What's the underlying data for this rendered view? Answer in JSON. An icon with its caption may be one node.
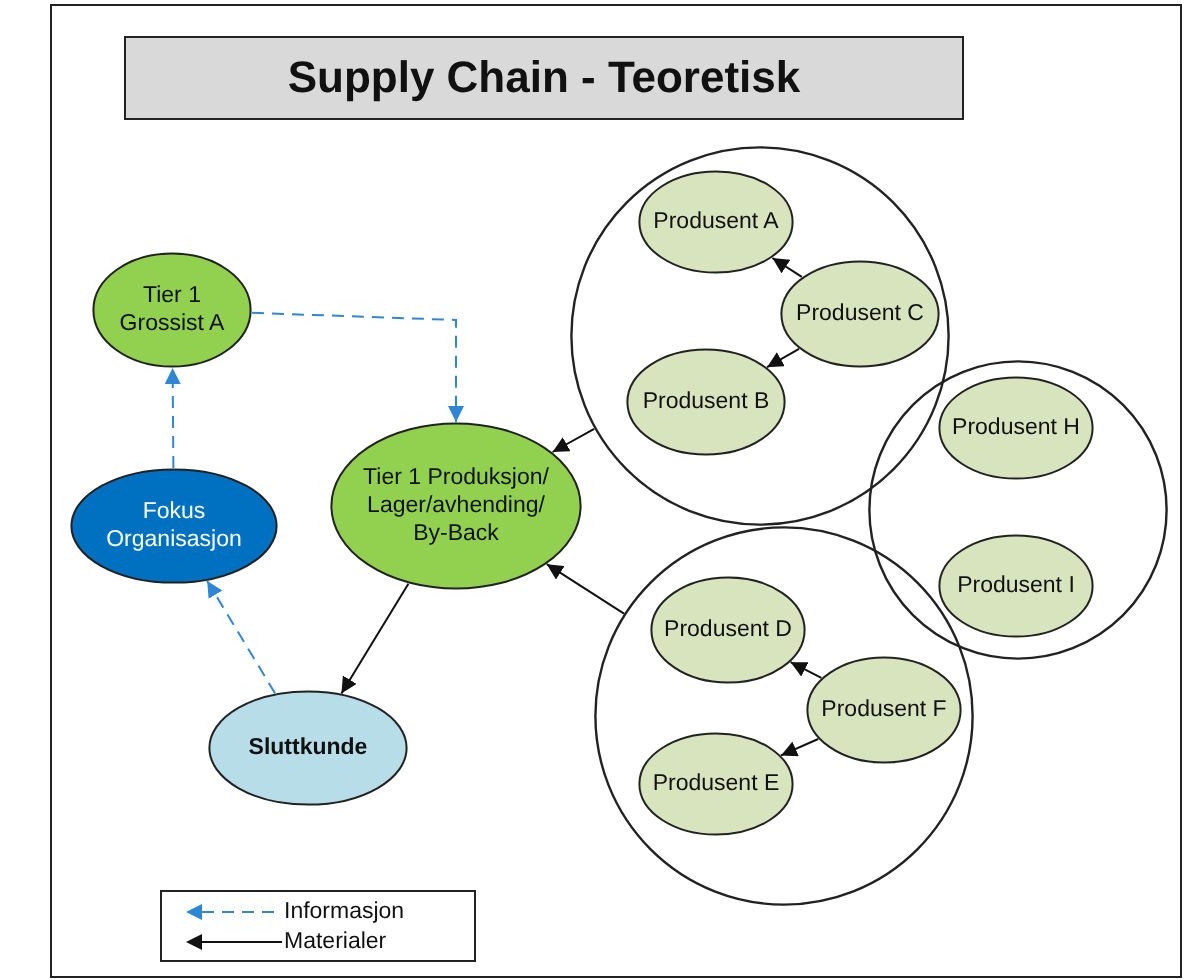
{
  "diagram": {
    "title": "Supply Chain - Teoretisk",
    "nodes": [
      {
        "text": [
          "Tier 1 Grossist A"
        ]
      },
      {
        "text": [
          "Fokus Organisasjon"
        ]
      },
      {
        "text": [
          "Tier 1 Produksjon/ Lager/avhending/ By-Back"
        ]
      },
      {
        "text": [
          "Sluttkunde"
        ]
      },
      {
        "text": [],
        "shape": "circle"
      },
      {
        "text": [
          "Produsent A"
        ],
        "in": 4
      },
      {
        "text": [
          "Produsent C"
        ],
        "in": 4
      },
      {
        "text": [
          "Produsent B"
        ],
        "in": 4
      },
      {
        "text": [],
        "shape": "circle"
      },
      {
        "text": [
          "Produsent H"
        ],
        "in": 8
      },
      {
        "text": [
          "Produsent I"
        ],
        "in": 8
      },
      {
        "text": [],
        "shape": "circle"
      },
      {
        "text": [
          "Produsent D"
        ],
        "in": 11
      },
      {
        "text": [
          "Produsent F"
        ],
        "in": 11
      },
      {
        "text": [
          "Produsent E"
        ],
        "in": 11
      }
    ],
    "edges": [
      {
        "from": 1,
        "to": 0,
        "arrow": "to",
        "style": "dashed",
        "color": "#2e86d4"
      },
      {
        "from": 0,
        "to": 2,
        "arrow": "to",
        "style": "dashed",
        "color": "#2e86d4"
      },
      {
        "from": 3,
        "to": 1,
        "arrow": "to",
        "style": "dashed",
        "color": "#2e86d4"
      },
      {
        "from": 2,
        "to": 3,
        "arrow": "to"
      },
      {
        "from": 4,
        "to": 2,
        "arrow": "to"
      },
      {
        "from": 11,
        "to": 2,
        "arrow": "to"
      },
      {
        "from": 6,
        "to": 5,
        "arrow": "to"
      },
      {
        "from": 6,
        "to": 7,
        "arrow": "to"
      },
      {
        "from": 13,
        "to": 12,
        "arrow": "to"
      },
      {
        "from": 13,
        "to": 14,
        "arrow": "to"
      }
    ],
    "legend": [
      {
        "text": "Informasjon"
      },
      {
        "text": "Materialer"
      }
    ]
  }
}
